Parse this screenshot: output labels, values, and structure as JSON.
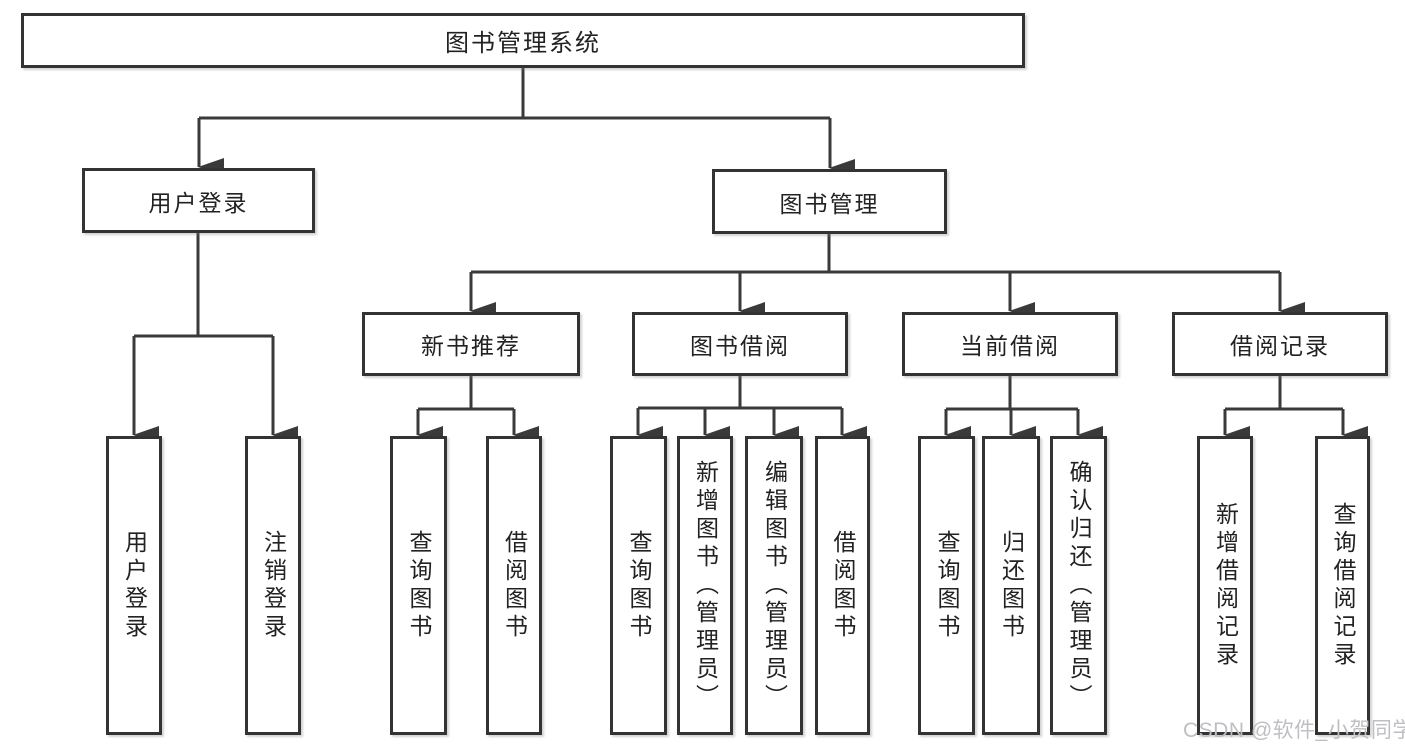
{
  "tree": {
    "root": {
      "label": "图书管理系统"
    },
    "user_login": {
      "label": "用户登录",
      "children": [
        {
          "label": "用户登录"
        },
        {
          "label": "注销登录"
        }
      ]
    },
    "book_mgmt": {
      "label": "图书管理",
      "sections": [
        {
          "label": "新书推荐",
          "children": [
            {
              "label": "查询图书"
            },
            {
              "label": "借阅图书"
            }
          ]
        },
        {
          "label": "图书借阅",
          "children": [
            {
              "label": "查询图书"
            },
            {
              "label": "新增图书（管理员）"
            },
            {
              "label": "编辑图书（管理员）"
            },
            {
              "label": "借阅图书"
            }
          ]
        },
        {
          "label": "当前借阅",
          "children": [
            {
              "label": "查询图书"
            },
            {
              "label": "归还图书"
            },
            {
              "label": "确认归还（管理员）"
            }
          ]
        },
        {
          "label": "借阅记录",
          "children": [
            {
              "label": "新增借阅记录"
            },
            {
              "label": "查询借阅记录"
            }
          ]
        }
      ]
    }
  },
  "watermark": {
    "text": "CSDN @软件_小贺同学"
  },
  "colors": {
    "line": "#3a3a3a",
    "box_border": "#333333",
    "text": "#222222",
    "background": "#ffffff",
    "watermark": "#bfbfc3"
  }
}
